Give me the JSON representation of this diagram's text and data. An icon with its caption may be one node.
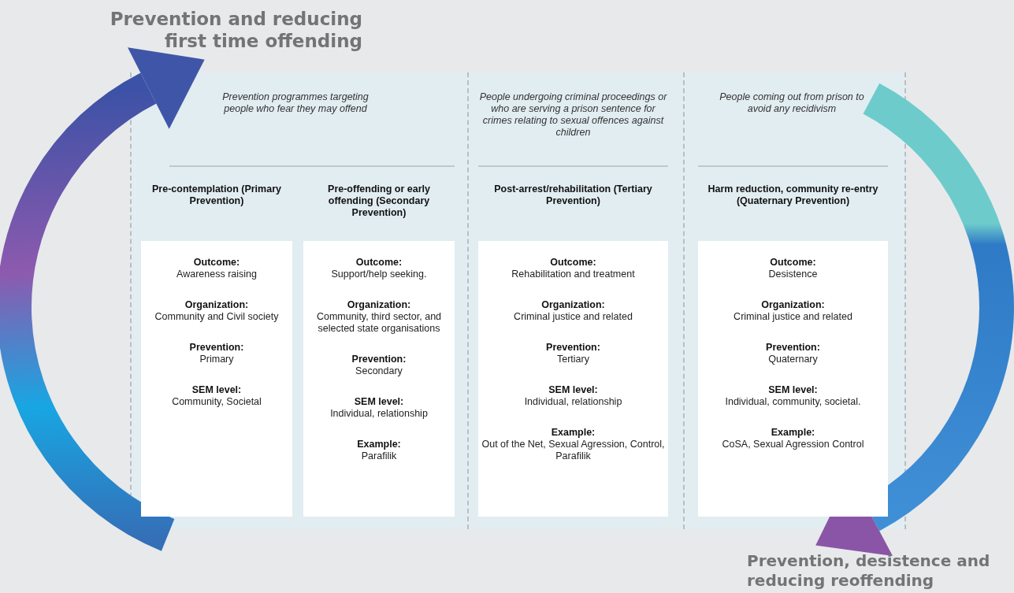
{
  "diagram": {
    "nodes": [
      {
        "text": [
          "Pre-contemplation (Primary Prevention)",
          "Outcome:",
          "Awareness raising",
          "Organization:",
          "Community and Civil society",
          "Prevention:",
          "Primary",
          "SEM level:",
          "Community, Societal"
        ]
      },
      {
        "text": [
          "Pre-offending or early offending (Secondary Prevention)",
          "Outcome:",
          "Support/help seeking.",
          "Organization:",
          "Community, third sector, and selected state organisations",
          "Prevention:",
          "Secondary",
          "SEM level:",
          "Individual, relationship",
          "Example:",
          "Parafilik"
        ]
      },
      {
        "text": [
          "Post-arrest/rehabilitation (Tertiary Prevention)",
          "Outcome:",
          "Rehabilitation and treatment",
          "Organization:",
          "Criminal justice and related",
          "Prevention:",
          "Tertiary",
          "SEM level:",
          "Individual, relationship",
          "Example:",
          "Out of the Net, Sexual Agression, Control, Parafilik"
        ]
      },
      {
        "text": [
          "Harm reduction, community re-entry (Quaternary Prevention)",
          "Outcome:",
          "Desistence",
          "Organization:",
          "Criminal justice and related",
          "Prevention:",
          "Quaternary",
          "SEM level:",
          "Individual, community, societal.",
          "Example:",
          "CoSA, Sexual Agression Control"
        ]
      }
    ],
    "labels": [
      "Prevention and reducing first time offending",
      "Prevention programmes targeting people who fear they may offend",
      "People undergoing criminal proceedings or who are serving a prison sentence for crimes relating to sexual offences against children",
      "People coming out from prison to avoid any recidivism",
      "Prevention, desistence and reducing reoffending"
    ]
  }
}
